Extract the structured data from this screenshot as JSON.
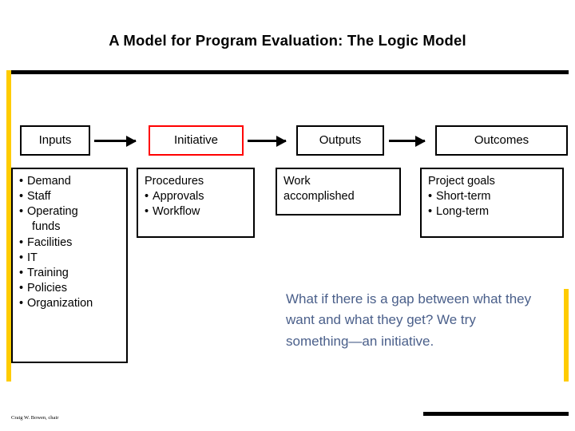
{
  "slide": {
    "title": "A Model for Program Evaluation: The Logic Model",
    "credit": "Craig W. Bowen, chair",
    "colors": {
      "accent_bar": "#FFCC00",
      "initiative_border": "#FF0000",
      "callout_text": "#4A5F8A",
      "rule": "#000000"
    },
    "columns": [
      {
        "header": "Inputs",
        "header_style": "black",
        "items": [
          {
            "bullet": true,
            "text": "Demand"
          },
          {
            "bullet": true,
            "text": "Staff"
          },
          {
            "bullet": true,
            "text": "Operating"
          },
          {
            "bullet": false,
            "text": "funds",
            "continuation": true
          },
          {
            "bullet": true,
            "text": "Facilities"
          },
          {
            "bullet": true,
            "text": "IT"
          },
          {
            "bullet": true,
            "text": "Training"
          },
          {
            "bullet": true,
            "text": "Policies"
          },
          {
            "bullet": true,
            "text": "Organization"
          }
        ]
      },
      {
        "header": "Initiative",
        "header_style": "red",
        "items": [
          {
            "bullet": false,
            "text": "Procedures"
          },
          {
            "bullet": true,
            "text": "Approvals"
          },
          {
            "bullet": true,
            "text": "Workflow"
          }
        ]
      },
      {
        "header": "Outputs",
        "header_style": "black",
        "items": [
          {
            "bullet": false,
            "text": "Work"
          },
          {
            "bullet": false,
            "text": "accomplished"
          }
        ]
      },
      {
        "header": "Outcomes",
        "header_style": "black",
        "items": [
          {
            "bullet": false,
            "text": "Project goals"
          },
          {
            "bullet": true,
            "text": "Short-term"
          },
          {
            "bullet": true,
            "text": "Long-term"
          }
        ]
      }
    ],
    "arrows": [
      {
        "name": "arrow-inputs-to-initiative"
      },
      {
        "name": "arrow-initiative-to-outputs"
      },
      {
        "name": "arrow-outputs-to-outcomes"
      }
    ],
    "callout": "What if there is a gap between what they want and what they get? We try something—an initiative."
  }
}
